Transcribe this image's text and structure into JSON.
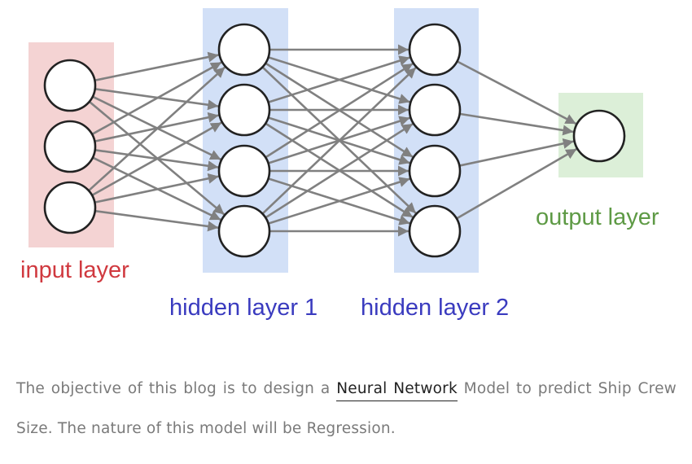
{
  "diagram": {
    "layers": [
      {
        "label": "input layer",
        "nodes": 3,
        "color": "#f4d3d3",
        "label_color": "#d0393f"
      },
      {
        "label": "hidden layer 1",
        "nodes": 4,
        "color": "#d2e0f7",
        "label_color": "#3a3bbf"
      },
      {
        "label": "hidden layer 2",
        "nodes": 4,
        "color": "#d2e0f7",
        "label_color": "#3a3bbf"
      },
      {
        "label": "output layer",
        "nodes": 1,
        "color": "#dcefd8",
        "label_color": "#5e9a45"
      }
    ],
    "edge_color": "#808080"
  },
  "paragraph": {
    "before": "The objective of this blog is to design a ",
    "link": "Neural Network",
    "after": " Model to predict Ship Crew Size. The nature of this model will be Regression."
  }
}
